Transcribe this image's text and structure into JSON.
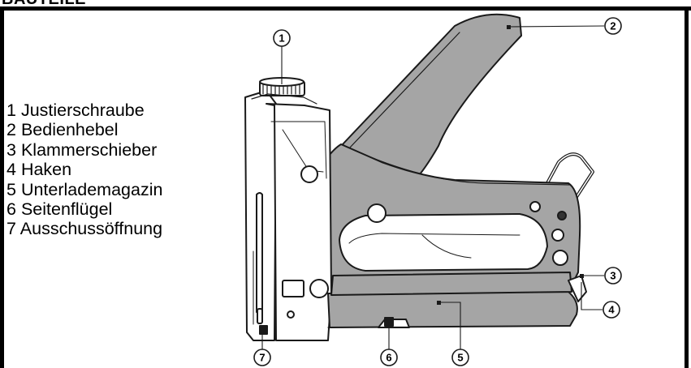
{
  "page": {
    "heading": "BAUTEILE"
  },
  "legend": {
    "items": [
      {
        "num": "1",
        "label": "Justierschraube"
      },
      {
        "num": "2",
        "label": "Bedienhebel"
      },
      {
        "num": "3",
        "label": "Klammerschieber"
      },
      {
        "num": "4",
        "label": "Haken"
      },
      {
        "num": "5",
        "label": "Unterlademagazin"
      },
      {
        "num": "6",
        "label": "Seitenflügel"
      },
      {
        "num": "7",
        "label": "Ausschussöffnung"
      }
    ]
  },
  "callouts": [
    "1",
    "2",
    "3",
    "4",
    "5",
    "6",
    "7"
  ],
  "colors": {
    "body_fill": "#a5a5a5",
    "outline": "#1a1a1a",
    "highlight": "#ffffff"
  }
}
